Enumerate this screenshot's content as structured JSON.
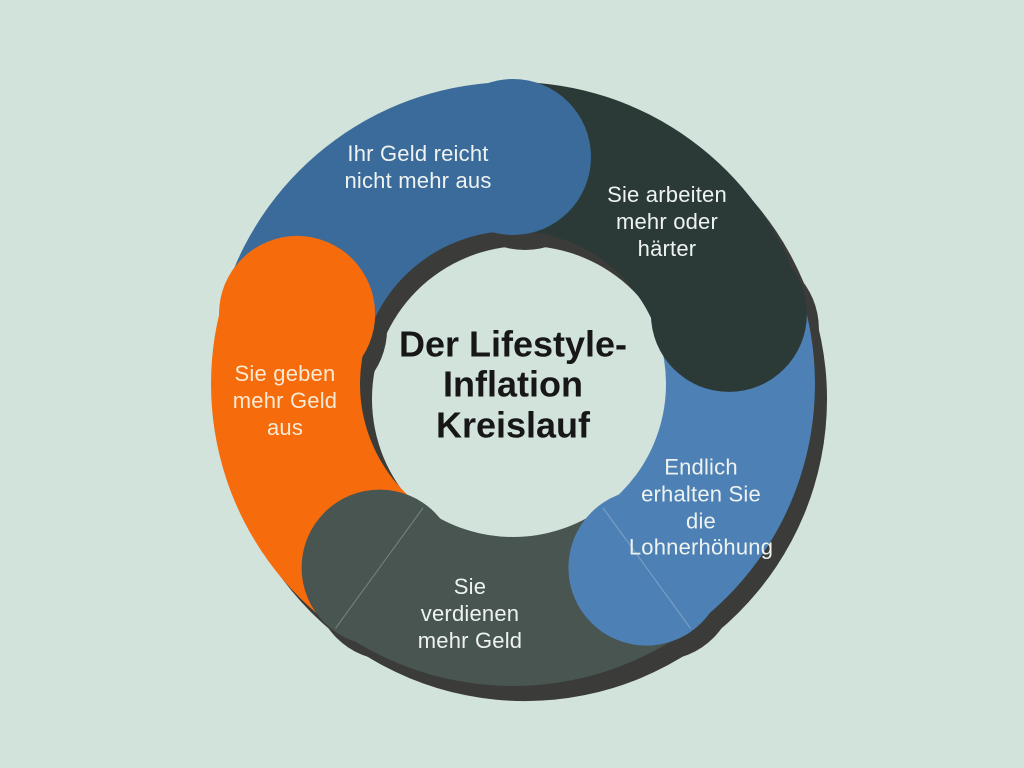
{
  "background_color": "#d2e3dc",
  "title": {
    "text": "Der Lifestyle-\nInflation\nKreislauf",
    "color": "#171717"
  },
  "ring": {
    "shadow_color": "#3b3b39",
    "seam_line_color": "rgba(255,255,255,0.28)"
  },
  "segments": [
    {
      "id": "money-not-enough",
      "label": "Ihr Geld reicht\nnicht mehr aus",
      "color": "#3a6b9a",
      "label_color": "#eef3f1"
    },
    {
      "id": "work-more-harder",
      "label": "Sie arbeiten\nmehr oder\nhärter",
      "color": "#2b3a37",
      "label_color": "#eef3f1"
    },
    {
      "id": "get-raise",
      "label": "Endlich\nerhalten Sie\ndie\nLohnerhöhung",
      "color": "#4d80b5",
      "label_color": "#eef3f1"
    },
    {
      "id": "earn-more-money",
      "label": "Sie\nverdienen\nmehr Geld",
      "color": "#485551",
      "label_color": "#eef3f1"
    },
    {
      "id": "spend-more-money",
      "label": "Sie geben\nmehr Geld\naus",
      "color": "#f66b0c",
      "label_color": "#f8ead3"
    }
  ]
}
